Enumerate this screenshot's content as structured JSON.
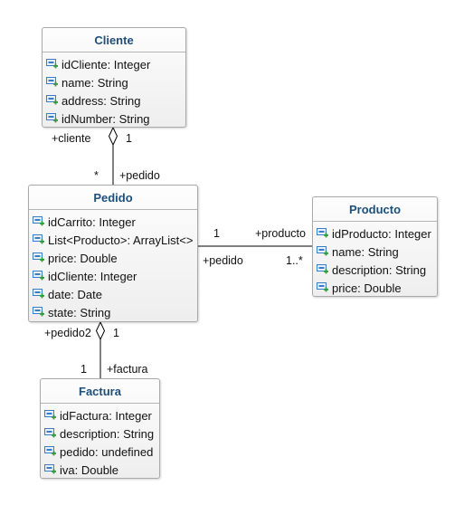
{
  "classes": {
    "cliente": {
      "name": "Cliente",
      "attributes": [
        "idCliente: Integer",
        "name: String",
        "address: String",
        "idNumber: String"
      ]
    },
    "pedido": {
      "name": "Pedido",
      "attributes": [
        "idCarrito: Integer",
        "List<Producto>: ArrayList<>",
        "price: Double",
        "idCliente: Integer",
        "date: Date",
        "state: String"
      ]
    },
    "producto": {
      "name": "Producto",
      "attributes": [
        "idProducto: Integer",
        "name: String",
        "description: String",
        "price: Double"
      ]
    },
    "factura": {
      "name": "Factura",
      "attributes": [
        "idFactura: Integer",
        "description: String",
        "pedido: undefined",
        "iva: Double"
      ]
    }
  },
  "associations": {
    "cliente_pedido": {
      "role_cliente": "+cliente",
      "mult_cliente": "1",
      "mult_pedido": "*",
      "role_pedido": "+pedido"
    },
    "pedido_producto": {
      "mult_pedido": "1",
      "role_producto": "+producto",
      "role_pedido": "+pedido",
      "mult_producto": "1..*"
    },
    "pedido_factura": {
      "role_pedido": "+pedido2",
      "mult_pedido": "1",
      "mult_factura": "1",
      "role_factura": "+factura"
    }
  },
  "icons": {
    "attribute": "attribute-icon"
  },
  "colors": {
    "class_title": "#1f4e79",
    "icon_blue": "#3b7dc4",
    "icon_green": "#2e9a3a",
    "border": "#a9a9a9"
  }
}
